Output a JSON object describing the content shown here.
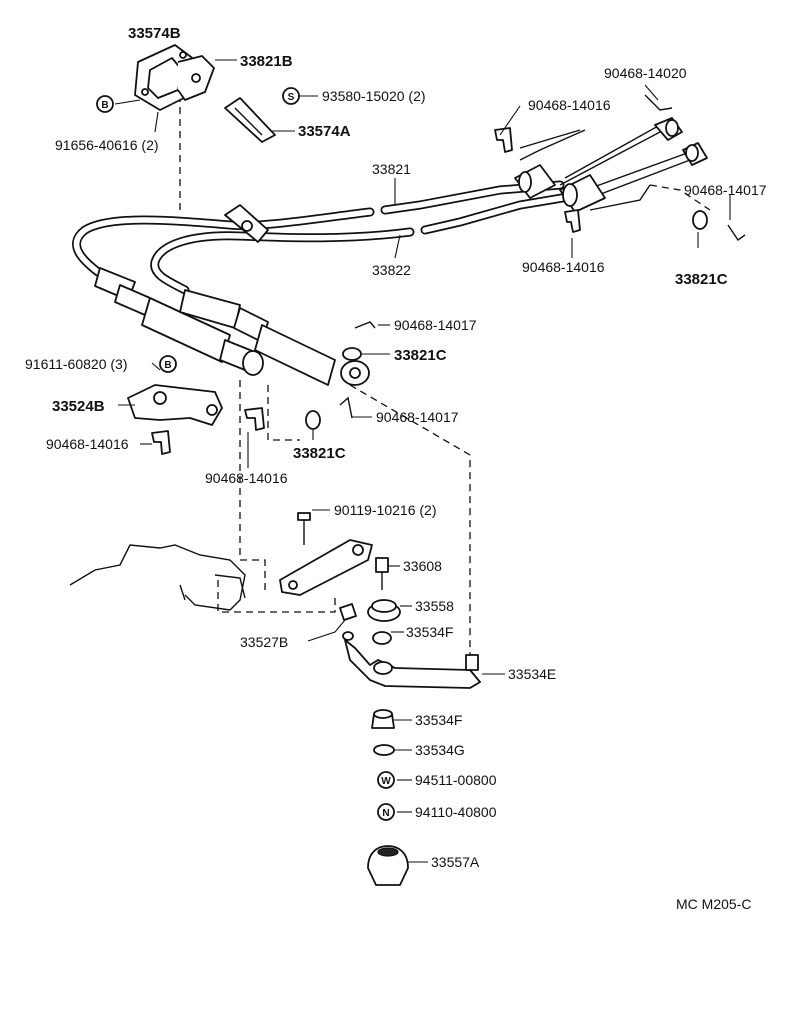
{
  "labels": {
    "l33574B": "33574B",
    "l33821B": "33821B",
    "l93580": "93580-15020 (2)",
    "l33574A": "33574A",
    "l91656": "91656-40616 (2)",
    "l33821": "33821",
    "l33822": "33822",
    "l90468_14020": "90468-14020",
    "l90468_14016_top": "90468-14016",
    "l90468_14017_right": "90468-14017",
    "l90468_14016_mid": "90468-14016",
    "l33821C_right": "33821C",
    "l90468_14017_a": "90468-14017",
    "l33821C_a": "33821C",
    "l91611": "91611-60820 (3)",
    "l33524B": "33524B",
    "l90468_14017_b": "90468-14017",
    "l90468_14016_left": "90468-14016",
    "l33821C_b": "33821C",
    "l90468_14016_bot": "90468-14016",
    "l90119": "90119-10216 (2)",
    "l33608": "33608",
    "l33558": "33558",
    "l33534F_a": "33534F",
    "l33527B": "33527B",
    "l33534E": "33534E",
    "l33534F_b": "33534F",
    "l33534G": "33534G",
    "l94511": "94511-00800",
    "l94110": "94110-40800",
    "l33557A": "33557A",
    "code": "MC  M205-C"
  },
  "symbols": {
    "bolt_b": "B",
    "screw_s": "S",
    "washer_w": "W",
    "nut_n": "N"
  }
}
